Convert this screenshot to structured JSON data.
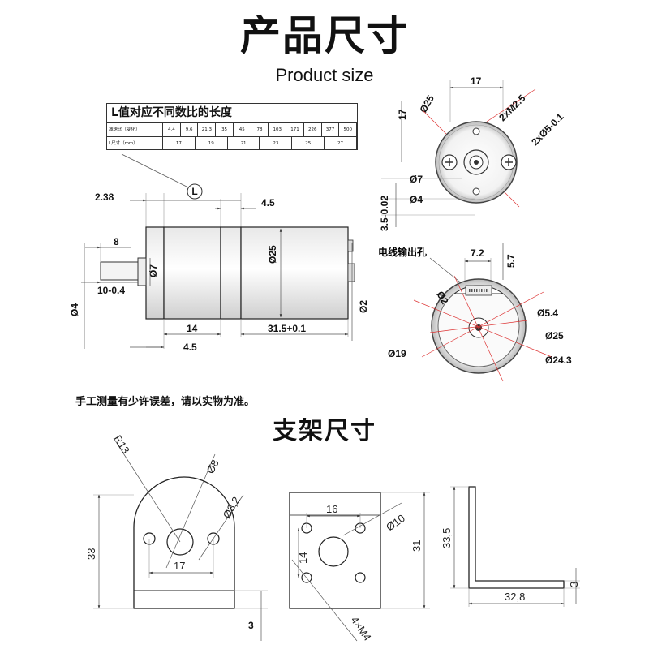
{
  "header": {
    "title_cn": "产品尺寸",
    "title_en": "Product size"
  },
  "table": {
    "title": "L值对应不同数比的长度",
    "row1_label": "减速比（变化）",
    "ratios": [
      "4.4",
      "9.6",
      "21.3",
      "35",
      "45",
      "78",
      "103",
      "171",
      "226",
      "377",
      "500"
    ],
    "row2_label": "L尺寸（mm）",
    "lengths": [
      "17",
      "19",
      "21",
      "23",
      "25",
      "27"
    ]
  },
  "side_view": {
    "callout_L": "L",
    "d_2_38": "2.38",
    "d_4_5_top": "4.5",
    "d_8": "8",
    "d_phi7": "Ø7",
    "d_10_0_4": "10-0.4",
    "d_phi25": "Ø25",
    "d_phi4": "Ø4",
    "d_phi2": "Ø2",
    "d_14": "14",
    "d_31_5": "31.5+0.1",
    "d_4_5_bottom": "4.5"
  },
  "front_view": {
    "d_17_top": "17",
    "d_phi25": "Ø25",
    "d_17_side": "17",
    "d_2xM2_5": "2xM2.5",
    "d_2xphi5": "2xØ5-0.1",
    "d_phi7": "Ø7",
    "d_phi4": "Ø4",
    "d_3_5": "3.5-0.02"
  },
  "rear_view": {
    "wire_hole": "电线输出孔",
    "d_7_2": "7.2",
    "d_5_7": "5.7",
    "d_phi2": "Ø2",
    "d_phi5_4": "Ø5.4",
    "d_phi25": "Ø25",
    "d_phi19": "Ø19",
    "d_phi24_3": "Ø24.3"
  },
  "note": "手工测量有少许误差，请以实物为准。",
  "bracket_title": "支架尺寸",
  "bracket": {
    "d_R13": "R13",
    "d_phi8": "Ø8",
    "d_phi3_2": "Ø3,2",
    "d_33": "33",
    "d_17": "17",
    "d_3": "3",
    "d_16": "16",
    "d_phi10": "Ø10",
    "d_14": "14",
    "d_31": "31",
    "d_4xM4": "4×M4",
    "d_33_5": "33,5",
    "d_3_side": "3",
    "d_32_8": "32,8"
  }
}
